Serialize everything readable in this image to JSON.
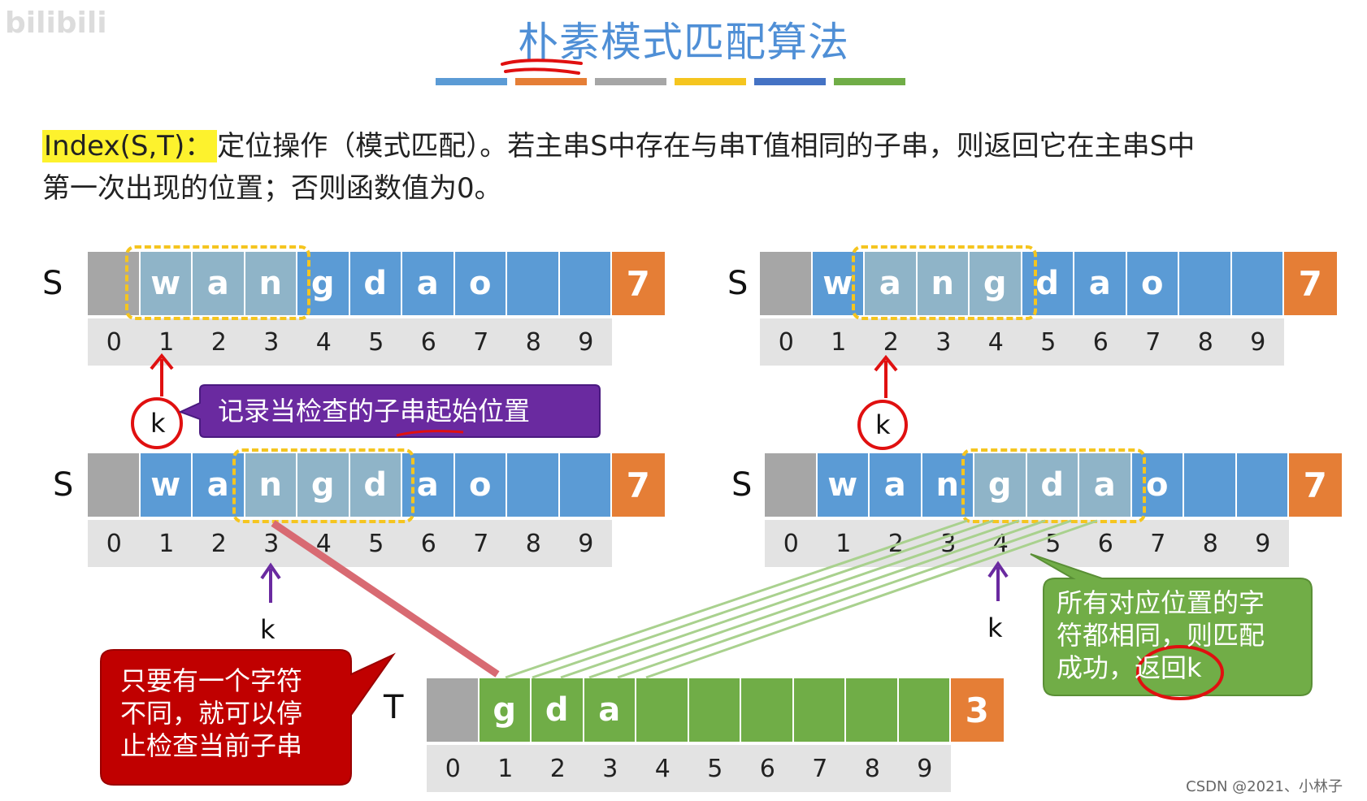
{
  "title": "朴素模式匹配算法",
  "description": {
    "term": "Index(S,T)：",
    "line1": "定位操作（模式匹配）。若主串S中存在与串T值相同的子串，则返回它在主串S中",
    "line2": "第一次出现的位置；否则函数值为0。"
  },
  "legend_colors": [
    "#5b9bd5",
    "#e57e36",
    "#a6a6a6",
    "#f5c51f",
    "#4472c4",
    "#70ad47"
  ],
  "colors": {
    "main_cells": "#5b9bd5",
    "main_highlight": "#8fb4c8",
    "pattern_cells": "#70ad47",
    "length_cell": "#e57e36",
    "index_cells": "#e3e3e3",
    "dash_box": "#f5c51f",
    "annotation_red": "#e01010",
    "purple_callout": "#6a2aa0",
    "red_callout": "#c00000",
    "green_callout": "#71ad47"
  },
  "panels": [
    {
      "label": "S",
      "chars": [
        "",
        "w",
        "a",
        "n",
        "g",
        "d",
        "a",
        "o",
        "",
        "",
        "7"
      ],
      "indices": [
        "0",
        "1",
        "2",
        "3",
        "4",
        "5",
        "6",
        "7",
        "8",
        "9"
      ],
      "k_label": "k"
    },
    {
      "label": "S",
      "chars": [
        "",
        "w",
        "a",
        "n",
        "g",
        "d",
        "a",
        "o",
        "",
        "",
        "7"
      ],
      "indices": [
        "0",
        "1",
        "2",
        "3",
        "4",
        "5",
        "6",
        "7",
        "8",
        "9"
      ],
      "k_label": "k"
    },
    {
      "label": "S",
      "chars": [
        "",
        "w",
        "a",
        "n",
        "g",
        "d",
        "a",
        "o",
        "",
        "",
        "7"
      ],
      "indices": [
        "0",
        "1",
        "2",
        "3",
        "4",
        "5",
        "6",
        "7",
        "8",
        "9"
      ],
      "k_label": "k"
    },
    {
      "label": "S",
      "chars": [
        "",
        "w",
        "a",
        "n",
        "g",
        "d",
        "a",
        "o",
        "",
        "",
        "7"
      ],
      "indices": [
        "0",
        "1",
        "2",
        "3",
        "4",
        "5",
        "6",
        "7",
        "8",
        "9"
      ],
      "k_label": "k"
    },
    {
      "label": "T",
      "chars": [
        "",
        "g",
        "d",
        "a",
        "",
        "",
        "",
        "",
        "",
        "",
        "3"
      ],
      "indices": [
        "0",
        "1",
        "2",
        "3",
        "4",
        "5",
        "6",
        "7",
        "8",
        "9"
      ],
      "k_label": ""
    }
  ],
  "callouts": {
    "purple": "记录当检查的子串起始位置",
    "red": "只要有一个字符\n不同，就可以停\n止检查当前子串",
    "green": "所有对应位置的字\n符都相同，则匹配\n成功，返回k"
  },
  "watermark": "CSDN @2021、小林子",
  "top_watermark": "bilibili"
}
